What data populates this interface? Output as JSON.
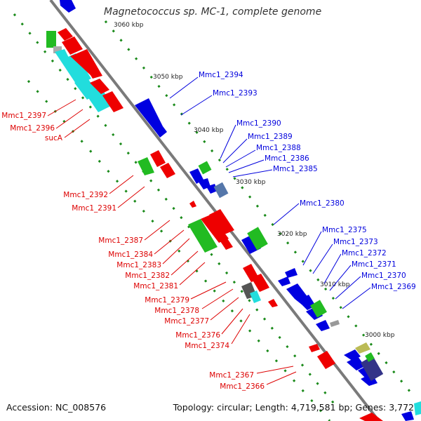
{
  "title": "Magnetococcus sp. MC-1, complete genome",
  "accession": "Accession: NC_008576",
  "topology": "Topology: circular; Length: 4,719,581 bp; Genes: 3,772",
  "kbp_labels": [
    "3060 kbp",
    "3050 kbp",
    "3040 kbp",
    "3030 kbp",
    "3020 kbp",
    "3010 kbp",
    "3000 kbp"
  ],
  "right_labels": [
    "Mmc1_2394",
    "Mmc1_2393",
    "Mmc1_2390",
    "Mmc1_2389",
    "Mmc1_2388",
    "Mmc1_2386",
    "Mmc1_2385",
    "Mmc1_2380",
    "Mmc1_2375",
    "Mmc1_2373",
    "Mmc1_2372",
    "Mmc1_2371",
    "Mmc1_2370",
    "Mmc1_2369"
  ],
  "left_labels": [
    "Mmc1_2397",
    "Mmc1_2396",
    "sucA",
    "Mmc1_2392",
    "Mmc1_2391",
    "Mmc1_2387",
    "Mmc1_2384",
    "Mmc1_2383",
    "Mmc1_2382",
    "Mmc1_2381",
    "Mmc1_2379",
    "Mmc1_2378",
    "Mmc1_2377",
    "Mmc1_2376",
    "Mmc1_2374",
    "Mmc1_2367",
    "Mmc1_2366"
  ],
  "colors": {
    "forward_label": "#0000dd",
    "reverse_label": "#dd0000",
    "backbone": "#888888",
    "gc_dots": "#1a8a1a",
    "blue": "#0000e0",
    "red": "#ee0000",
    "green": "#22bb22",
    "cyan": "#22dddd",
    "gray": "#777777"
  }
}
